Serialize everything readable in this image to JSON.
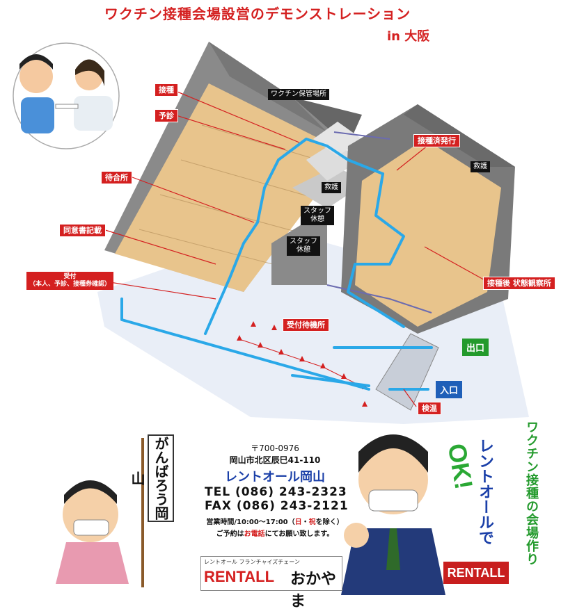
{
  "title": "ワクチン接種会場設営のデモンストレーション",
  "subtitle": "in 大阪",
  "labels": {
    "vaccination": "接種",
    "pre_exam": "予診",
    "waiting": "待合所",
    "consent": "同意書記載",
    "reception_line1": "受付",
    "reception_line2": "（本人、予診、接種券確認）",
    "vaccine_storage": "ワクチン保管場所",
    "certificate": "接種済発行",
    "first_aid_right": "救護",
    "first_aid_center": "救護",
    "staff_rest1_l1": "スタッフ",
    "staff_rest1_l2": "休憩",
    "staff_rest2_l1": "スタッフ",
    "staff_rest2_l2": "休憩",
    "observation": "接種後 状態観察所",
    "reception_waiting": "受付待機所",
    "exit": "出口",
    "entrance": "入口",
    "temperature": "検温"
  },
  "info": {
    "postal": "〒700-0976",
    "address": "岡山市北区辰巳41-110",
    "company": "レントオール岡山",
    "tel": "TEL (086) 243-2323",
    "fax": "FAX (086) 243-2121",
    "hours_prefix": "営業時間/10:00～17:00（",
    "hours_sun": "日",
    "hours_dot": "・",
    "hours_hol": "祝",
    "hours_suffix": "を除く）",
    "reserve_prefix": "ご予約は",
    "reserve_red": "お電話",
    "reserve_suffix": "にてお願い致します。"
  },
  "logo": {
    "franchise": "レントオール フランチャイズチェーン",
    "rent": "RENTALL",
    "okayama": "おかやま"
  },
  "right_logo": "RENTALL",
  "banner_text": "がんばろう岡山",
  "speech_text": "レントオールで",
  "ok_text": "OK!",
  "slogan": "ワクチン接種の会場作り",
  "colors": {
    "accent_red": "#d42020",
    "blue": "#1f5fb8",
    "green": "#239a2c",
    "flow_blue": "#2aa8e8"
  }
}
